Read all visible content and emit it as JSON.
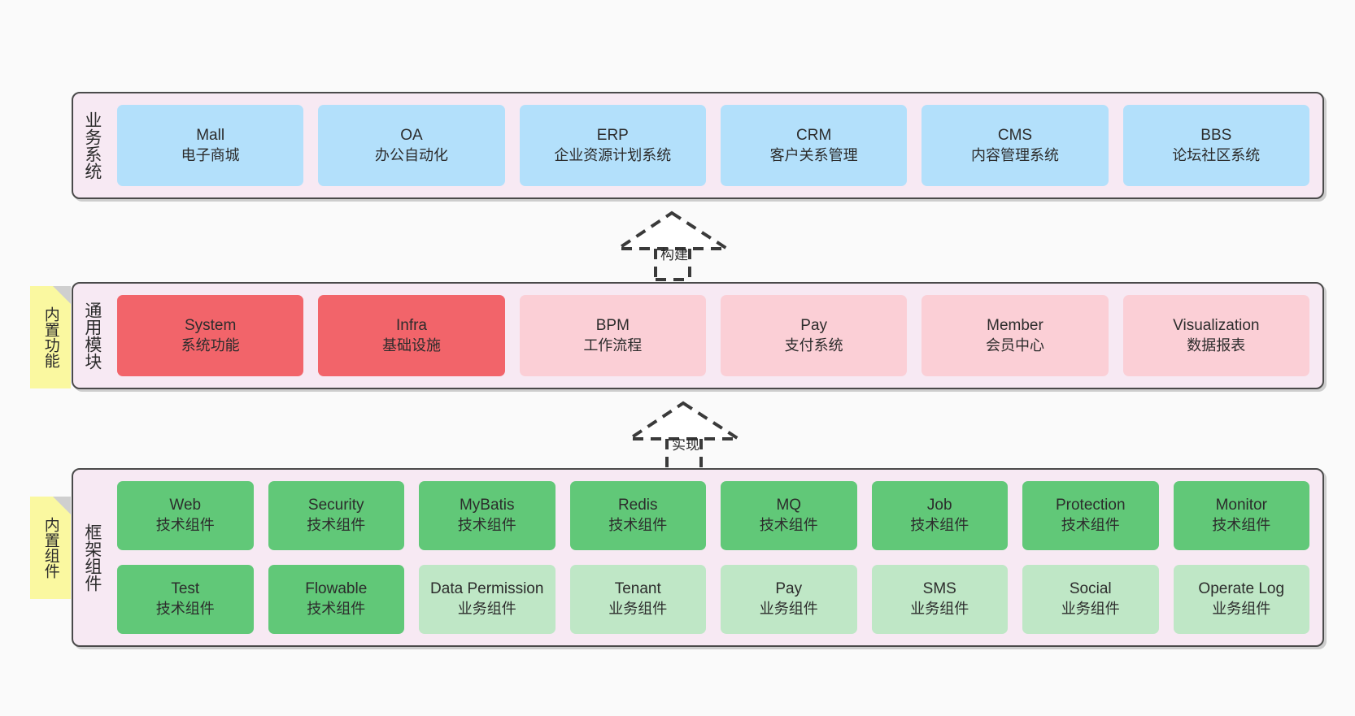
{
  "diagram": {
    "background_color": "#fafafa",
    "layer_fill": "#f7e9f3",
    "layer_border": "#4a4a4a",
    "note_color": "#faf8a0"
  },
  "layers": [
    {
      "id": "business-systems",
      "title": "业务系统",
      "rows": [
        {
          "boxes": [
            {
              "en": "Mall",
              "cn": "电子商城",
              "color": "#b3e0fb",
              "variant": "c-blue"
            },
            {
              "en": "OA",
              "cn": "办公自动化",
              "color": "#b3e0fb",
              "variant": "c-blue"
            },
            {
              "en": "ERP",
              "cn": "企业资源计划系统",
              "color": "#b3e0fb",
              "variant": "c-blue"
            },
            {
              "en": "CRM",
              "cn": "客户关系管理",
              "color": "#b3e0fb",
              "variant": "c-blue"
            },
            {
              "en": "CMS",
              "cn": "内容管理系统",
              "color": "#b3e0fb",
              "variant": "c-blue"
            },
            {
              "en": "BBS",
              "cn": "论坛社区系统",
              "color": "#b3e0fb",
              "variant": "c-blue"
            }
          ]
        }
      ]
    },
    {
      "id": "common-modules",
      "title": "通用模块",
      "note": "内置功能",
      "rows": [
        {
          "boxes": [
            {
              "en": "System",
              "cn": "系统功能",
              "color": "#f2646a",
              "variant": "c-red"
            },
            {
              "en": "Infra",
              "cn": "基础设施",
              "color": "#f2646a",
              "variant": "c-red"
            },
            {
              "en": "BPM",
              "cn": "工作流程",
              "color": "#fbcfd6",
              "variant": "c-pink"
            },
            {
              "en": "Pay",
              "cn": "支付系统",
              "color": "#fbcfd6",
              "variant": "c-pink"
            },
            {
              "en": "Member",
              "cn": "会员中心",
              "color": "#fbcfd6",
              "variant": "c-pink"
            },
            {
              "en": "Visualization",
              "cn": "数据报表",
              "color": "#fbcfd6",
              "variant": "c-pink"
            }
          ]
        }
      ]
    },
    {
      "id": "framework-components",
      "title": "框架组件",
      "note": "内置组件",
      "rows": [
        {
          "boxes": [
            {
              "en": "Web",
              "cn": "技术组件",
              "color": "#61c878",
              "variant": "c-green"
            },
            {
              "en": "Security",
              "cn": "技术组件",
              "color": "#61c878",
              "variant": "c-green"
            },
            {
              "en": "MyBatis",
              "cn": "技术组件",
              "color": "#61c878",
              "variant": "c-green"
            },
            {
              "en": "Redis",
              "cn": "技术组件",
              "color": "#61c878",
              "variant": "c-green"
            },
            {
              "en": "MQ",
              "cn": "技术组件",
              "color": "#61c878",
              "variant": "c-green"
            },
            {
              "en": "Job",
              "cn": "技术组件",
              "color": "#61c878",
              "variant": "c-green"
            },
            {
              "en": "Protection",
              "cn": "技术组件",
              "color": "#61c878",
              "variant": "c-green"
            },
            {
              "en": "Monitor",
              "cn": "技术组件",
              "color": "#61c878",
              "variant": "c-green"
            }
          ]
        },
        {
          "boxes": [
            {
              "en": "Test",
              "cn": "技术组件",
              "color": "#61c878",
              "variant": "c-green"
            },
            {
              "en": "Flowable",
              "cn": "技术组件",
              "color": "#61c878",
              "variant": "c-green"
            },
            {
              "en": "Data Permission",
              "cn": "业务组件",
              "color": "#bfe7c6",
              "variant": "c-lightgreen"
            },
            {
              "en": "Tenant",
              "cn": "业务组件",
              "color": "#bfe7c6",
              "variant": "c-lightgreen"
            },
            {
              "en": "Pay",
              "cn": "业务组件",
              "color": "#bfe7c6",
              "variant": "c-lightgreen"
            },
            {
              "en": "SMS",
              "cn": "业务组件",
              "color": "#bfe7c6",
              "variant": "c-lightgreen"
            },
            {
              "en": "Social",
              "cn": "业务组件",
              "color": "#bfe7c6",
              "variant": "c-lightgreen"
            },
            {
              "en": "Operate Log",
              "cn": "业务组件",
              "color": "#bfe7c6",
              "variant": "c-lightgreen"
            }
          ]
        }
      ]
    }
  ],
  "connectors": [
    {
      "id": "build",
      "label": "构建",
      "from": "common-modules",
      "to": "business-systems"
    },
    {
      "id": "realize",
      "label": "实现",
      "from": "framework-components",
      "to": "common-modules"
    }
  ]
}
